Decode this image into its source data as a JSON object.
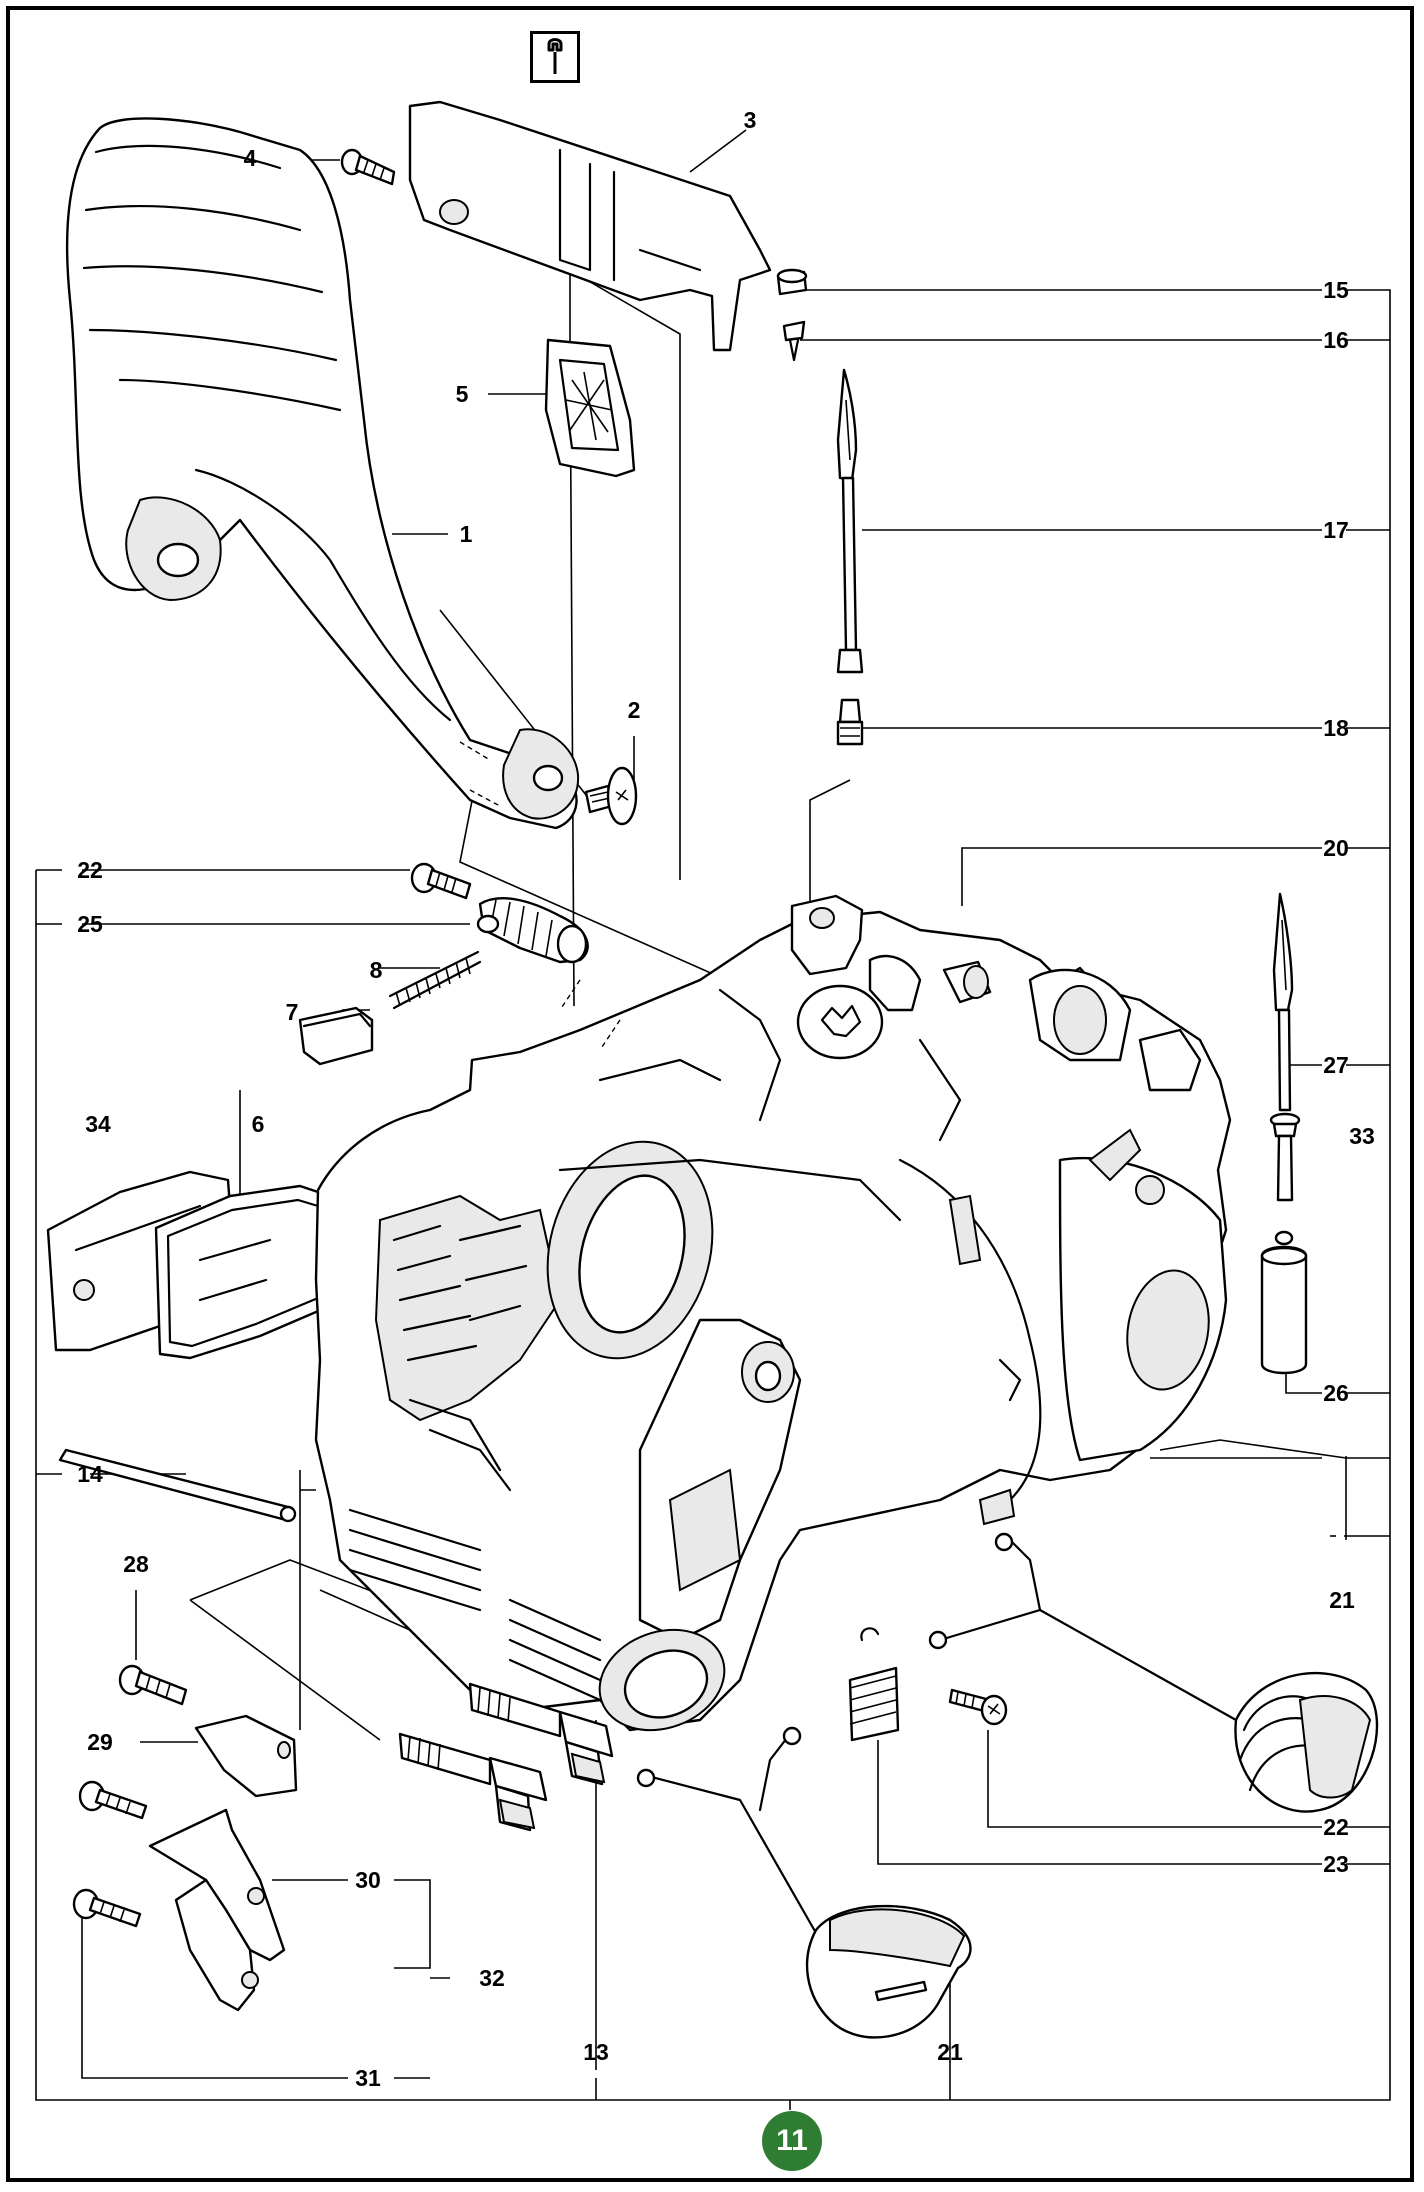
{
  "callouts": {
    "c1": "1",
    "c2": "2",
    "c3": "3",
    "c4": "4",
    "c5": "5",
    "c6": "6",
    "c7": "7",
    "c8": "8",
    "c13": "13",
    "c14": "14",
    "c15": "15",
    "c16": "16",
    "c17": "17",
    "c18": "18",
    "c20": "20",
    "c21a": "21",
    "c21b": "21",
    "c22a": "22",
    "c22b": "22",
    "c23": "23",
    "c25": "25",
    "c26": "26",
    "c27": "27",
    "c28": "28",
    "c29": "29",
    "c30": "30",
    "c31": "31",
    "c32": "32",
    "c33": "33",
    "c34": "34"
  },
  "page_number": "11",
  "icons": {
    "tool": "wrench-icon",
    "brand": "husqvarna-crown-logo"
  },
  "colors": {
    "badge": "#2f7d32",
    "line": "#000000"
  }
}
